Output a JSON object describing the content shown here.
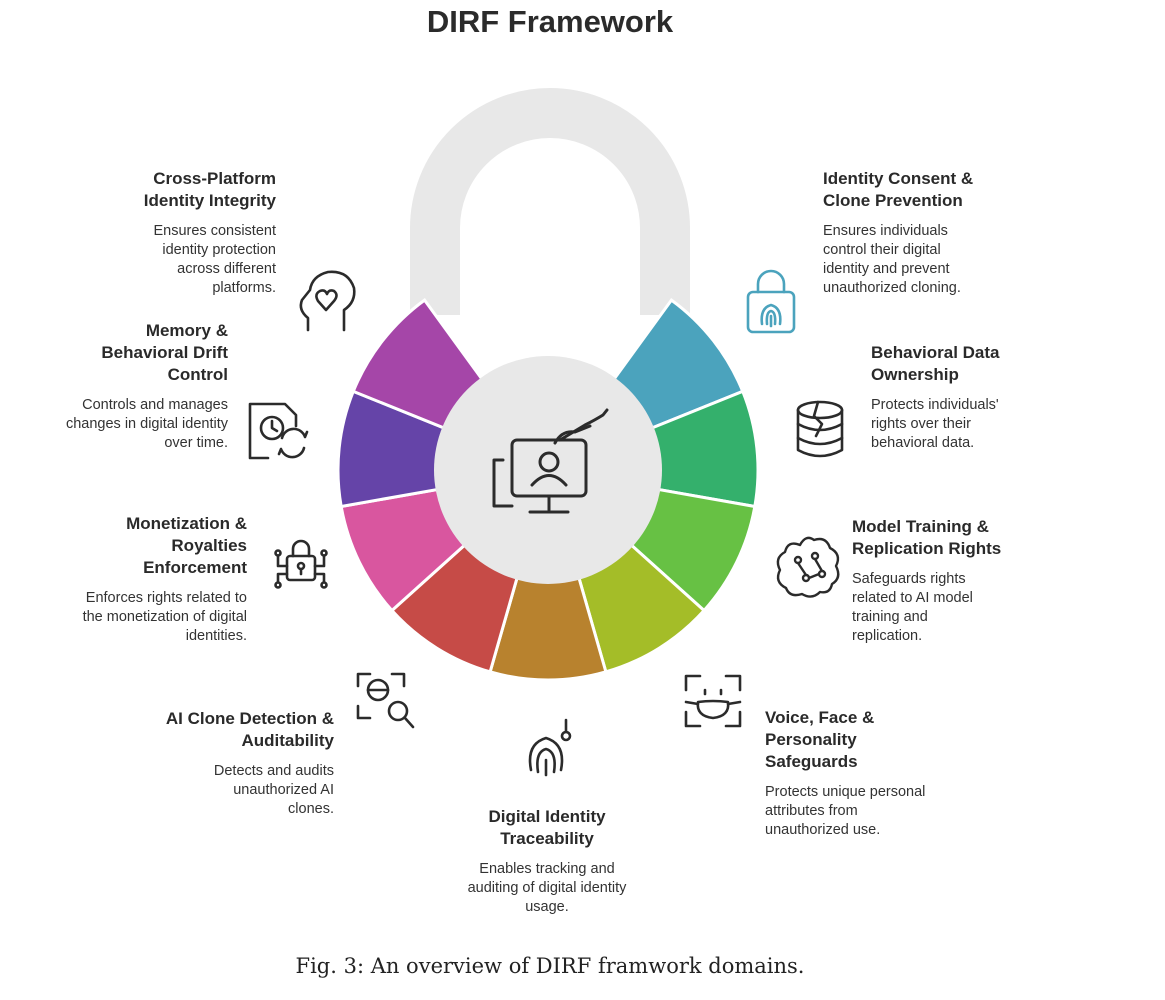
{
  "title": "DIRF Framework",
  "caption": "Fig. 3: An overview of DIRF framwork domains.",
  "domains": [
    {
      "title": "Cross-Platform Identity Integrity",
      "description": "Ensures consistent identity protection across different platforms.",
      "color": "#a546a8",
      "icon": "head-heart-icon"
    },
    {
      "title": "Identity Consent & Clone Prevention",
      "description": "Ensures individuals control their digital identity and prevent unauthorized cloning.",
      "color": "#4ba3bd",
      "icon": "fingerprint-lock-icon"
    },
    {
      "title": "Behavioral Data Ownership",
      "description": "Protects individuals' rights over their behavioral data.",
      "color": "#34b06c",
      "icon": "cracked-database-icon"
    },
    {
      "title": "Model Training & Replication Rights",
      "description": "Safeguards rights related to AI model training and replication.",
      "color": "#67c144",
      "icon": "brain-circuit-icon"
    },
    {
      "title": "Voice, Face & Personality Safeguards",
      "description": "Protects unique personal attributes from unauthorized use.",
      "color": "#a4bd28",
      "icon": "face-scan-mask-icon"
    },
    {
      "title": "Digital Identity Traceability",
      "description": "Enables tracking and auditing of digital identity usage.",
      "color": "#b8822e",
      "icon": "fingerprint-trace-icon"
    },
    {
      "title": "AI Clone Detection & Auditability",
      "description": "Detects and audits unauthorized AI clones.",
      "color": "#c64b47",
      "icon": "face-scan-search-icon"
    },
    {
      "title": "Monetization & Royalties Enforcement",
      "description": "Enforces rights related to the monetization of digital identities.",
      "color": "#d9569f",
      "icon": "circuit-lock-icon"
    },
    {
      "title": "Memory & Behavioral Drift Control",
      "description": "Controls and manages changes in digital identity over time.",
      "color": "#6544a8",
      "icon": "document-clock-icon"
    }
  ]
}
